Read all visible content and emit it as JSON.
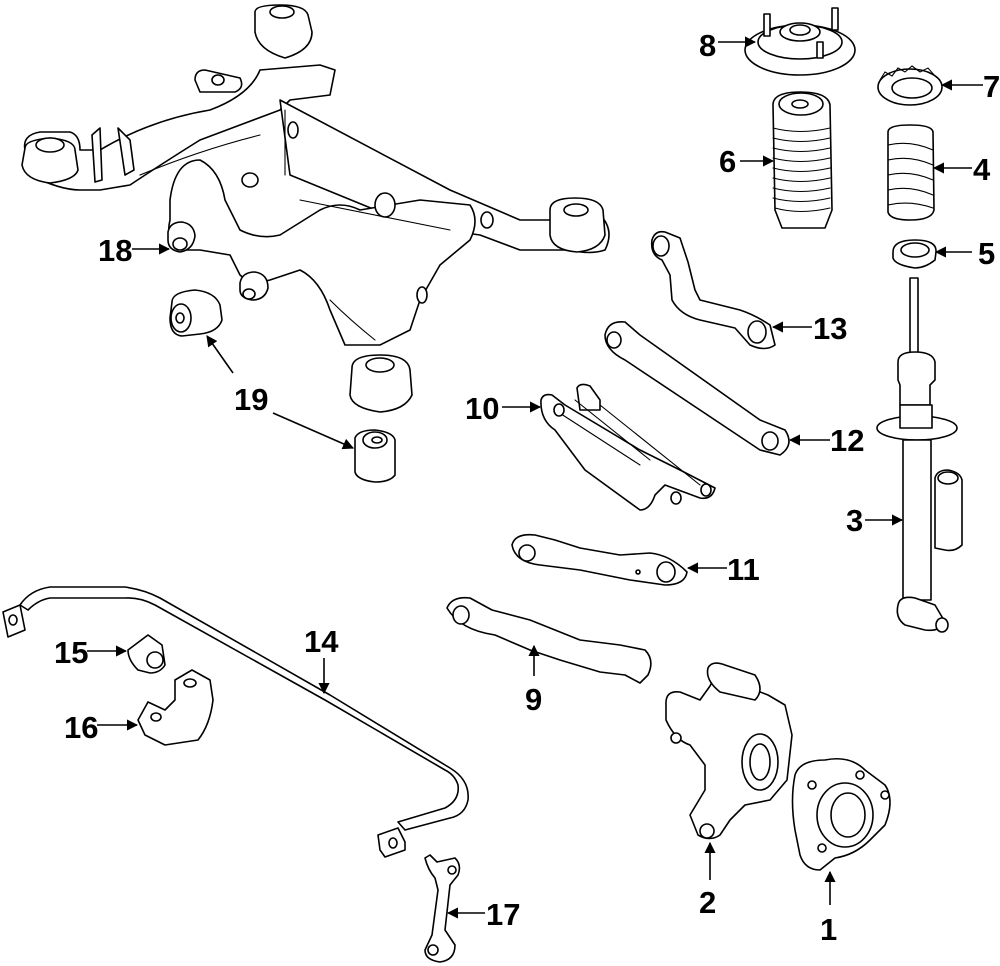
{
  "diagram": {
    "title": "Rear Suspension Components",
    "callouts": [
      {
        "number": "1",
        "part": "hub-bearing"
      },
      {
        "number": "2",
        "part": "knuckle"
      },
      {
        "number": "3",
        "part": "strut"
      },
      {
        "number": "4",
        "part": "coil-spring"
      },
      {
        "number": "5",
        "part": "lower-spring-seat"
      },
      {
        "number": "6",
        "part": "dust-boot"
      },
      {
        "number": "7",
        "part": "upper-spring-seat"
      },
      {
        "number": "8",
        "part": "strut-mount"
      },
      {
        "number": "9",
        "part": "trailing-arm"
      },
      {
        "number": "10",
        "part": "lower-control-arm"
      },
      {
        "number": "11",
        "part": "camber-link"
      },
      {
        "number": "12",
        "part": "toe-link"
      },
      {
        "number": "13",
        "part": "upper-control-arm"
      },
      {
        "number": "14",
        "part": "stabilizer-bar"
      },
      {
        "number": "15",
        "part": "stabilizer-bushing"
      },
      {
        "number": "16",
        "part": "stabilizer-bracket"
      },
      {
        "number": "17",
        "part": "stabilizer-link"
      },
      {
        "number": "18",
        "part": "subframe"
      },
      {
        "number": "19",
        "part": "subframe-bushing"
      }
    ]
  }
}
